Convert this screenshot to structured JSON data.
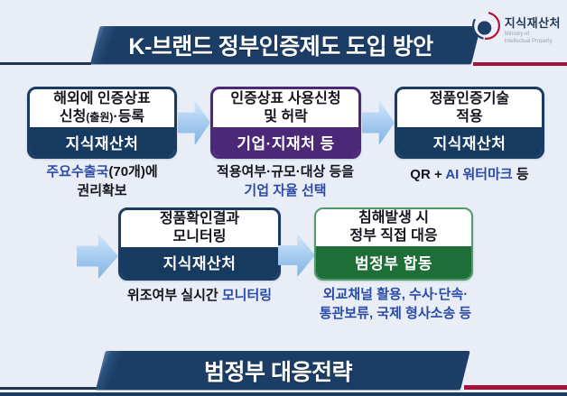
{
  "header": {
    "title": "K-브랜드 정부인증제도 도입 방안"
  },
  "logo": {
    "name": "지식재산처",
    "subtitle_line1": "Ministry of",
    "subtitle_line2": "Intellectual Property"
  },
  "flow": {
    "box1": {
      "title_line1": "해외에 인증상표",
      "title_line2_pre": "신청",
      "title_line2_paren": "(출원)",
      "title_line2_post": "·등록",
      "footer": "지식재산처",
      "caption_line1_blue": "주요수출국",
      "caption_line1_dark": "(70개)에",
      "caption_line2": "권리확보"
    },
    "box2": {
      "title_line1": "인증상표 사용신청",
      "title_line2": "및 허락",
      "footer": "기업·지재처 등",
      "caption_line1": "적용여부·규모·대상 등을",
      "caption_line2_blue": "기업 자율 선택"
    },
    "box3": {
      "title_line1": "정품인증기술",
      "title_line2": "적용",
      "footer": "지식재산처",
      "caption_pre": "QR + ",
      "caption_blue": "AI 워터마크",
      "caption_post": " 등"
    },
    "box4": {
      "title_line1": "정품확인결과",
      "title_line2": "모니터링",
      "footer": "지식재산처",
      "caption_pre": "위조여부 실시간 ",
      "caption_blue": "모니터링"
    },
    "box5": {
      "title_line1": "침해발생 시",
      "title_line2": "정부 직접 대응",
      "footer": "범정부 합동",
      "caption_line1": "외교채널 활용, 수사·단속·",
      "caption_line2": "통관보류, 국제 형사소송 등"
    }
  },
  "footer_banner": {
    "title": "범정부 대응전략"
  },
  "colors": {
    "background": "#e9edf6",
    "banner_navy": "#1c3e66",
    "box_navy": "#173a60",
    "box_purple": "#4c2878",
    "box_green_footer": "#1d6e37",
    "box_green_border": "#4f9b69",
    "accent_red": "#a41239",
    "caption_blue": "#2a4aa8",
    "arrow_blue": "#a9cdf0"
  }
}
